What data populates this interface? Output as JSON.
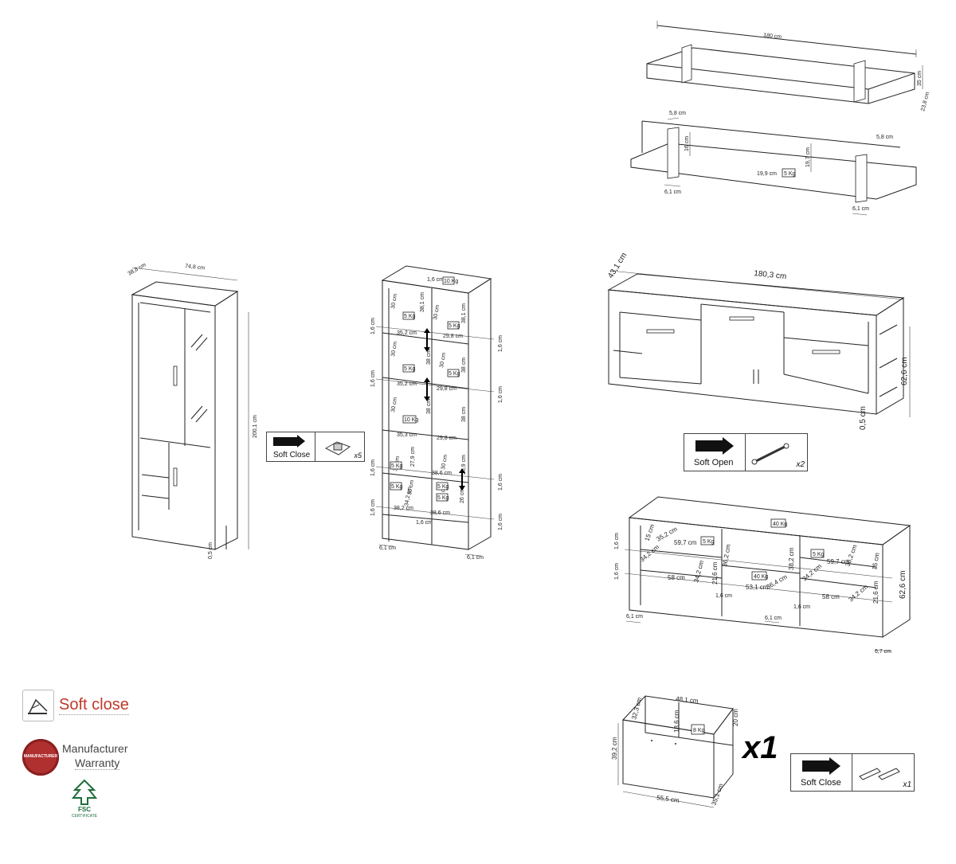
{
  "wall_shelf": {
    "width": "180 cm",
    "height": "35 cm",
    "depth": "23,8 cm",
    "bracket_w_left": "5,8 cm",
    "bracket_w_right": "5,8 cm",
    "inner_h": "16 cm",
    "gap_h": "19,7 cm",
    "span": "19,9 cm",
    "load": "5 Kg",
    "foot_left": "6,1 cm",
    "foot_right": "6,1 cm"
  },
  "cabinet": {
    "depth": "38,8 cm",
    "width": "74,8 cm",
    "height": "200,1 cm",
    "plinth": "0,5 cm"
  },
  "cabinet_inner": {
    "top_gap": "1,6 cm",
    "top_load": "10 Kg",
    "left_col": [
      "30 cm",
      "38,1 cm",
      "35,2 cm",
      "30 cm",
      "38 cm",
      "35,2 cm",
      "30 cm",
      "38 cm",
      "35,3 cm",
      "30 cm",
      "27,9 cm",
      "30 cm",
      "34,2 cm",
      "38,2 cm"
    ],
    "right_col": [
      "30 cm",
      "38,1 cm",
      "29,8 cm",
      "30 cm",
      "38 cm",
      "29,8 cm",
      "38 cm",
      "29,8 cm",
      "30 cm",
      "26,9 cm",
      "38,6 cm",
      "30 cm",
      "26 cm",
      "38,6 cm"
    ],
    "loads": [
      "5 Kg",
      "5 Kg",
      "5 Kg",
      "5 Kg",
      "10 Kg",
      "5 Kg",
      "5 Kg",
      "5 Kg",
      "5 Kg"
    ],
    "shelf_thickness": "1,6 cm",
    "foot_left": "6,1 cm",
    "foot_right": "6,1 cm",
    "bottom_gap": "1,6 cm"
  },
  "soft_close_badge": {
    "label": "Soft Close",
    "count": "x5"
  },
  "tv_unit": {
    "depth": "43,1 cm",
    "width": "180,3 cm",
    "height": "62,6 cm",
    "plinth": "0,5 cm"
  },
  "soft_open_badge": {
    "label": "Soft Open",
    "count": "x2"
  },
  "tv_inner": {
    "top_load": "40 Kg",
    "left_thk1": "1,6 cm",
    "left_thk2": "1,6 cm",
    "left_dims": [
      "15 cm",
      "35,2 cm",
      "59,7 cm",
      "34,2 cm",
      "58 cm",
      "34,2 cm",
      "21,6 cm"
    ],
    "mid_dims": [
      "36,2 cm",
      "38,2 cm",
      "53,1 cm",
      "36,4 cm"
    ],
    "right_dims": [
      "59,7 cm",
      "36,2 cm",
      "15 cm",
      "34,2 cm",
      "58 cm",
      "34,2 cm",
      "21,6 cm"
    ],
    "loads": [
      "5 Kg",
      "40 Kg",
      "5 Kg"
    ],
    "height": "62,6 cm",
    "shelf_left": "1,6 cm",
    "shelf_right": "1,6 cm",
    "foot_left": "6,1 cm",
    "foot_mid": "6,1 cm",
    "foot_right": "6,7 cm"
  },
  "drawer": {
    "width_top": "48,1 cm",
    "depth": "32,3 cm",
    "inner_h": "18,6 cm",
    "load": "8 Kg",
    "height_r": "20 cm",
    "height_l": "39,2 cm",
    "width": "55,5 cm",
    "depth_r": "35,1 cm",
    "multiplier": "x1"
  },
  "soft_close_badge2": {
    "label": "Soft Close",
    "count": "x1"
  },
  "legend": {
    "soft_close": "Soft close",
    "warranty_line1": "Manufacturer",
    "warranty_line2": "Warranty",
    "seal_text": "MANUFACTURER",
    "fsc": "FSC",
    "fsc_sub": "CERTIFICATE"
  }
}
